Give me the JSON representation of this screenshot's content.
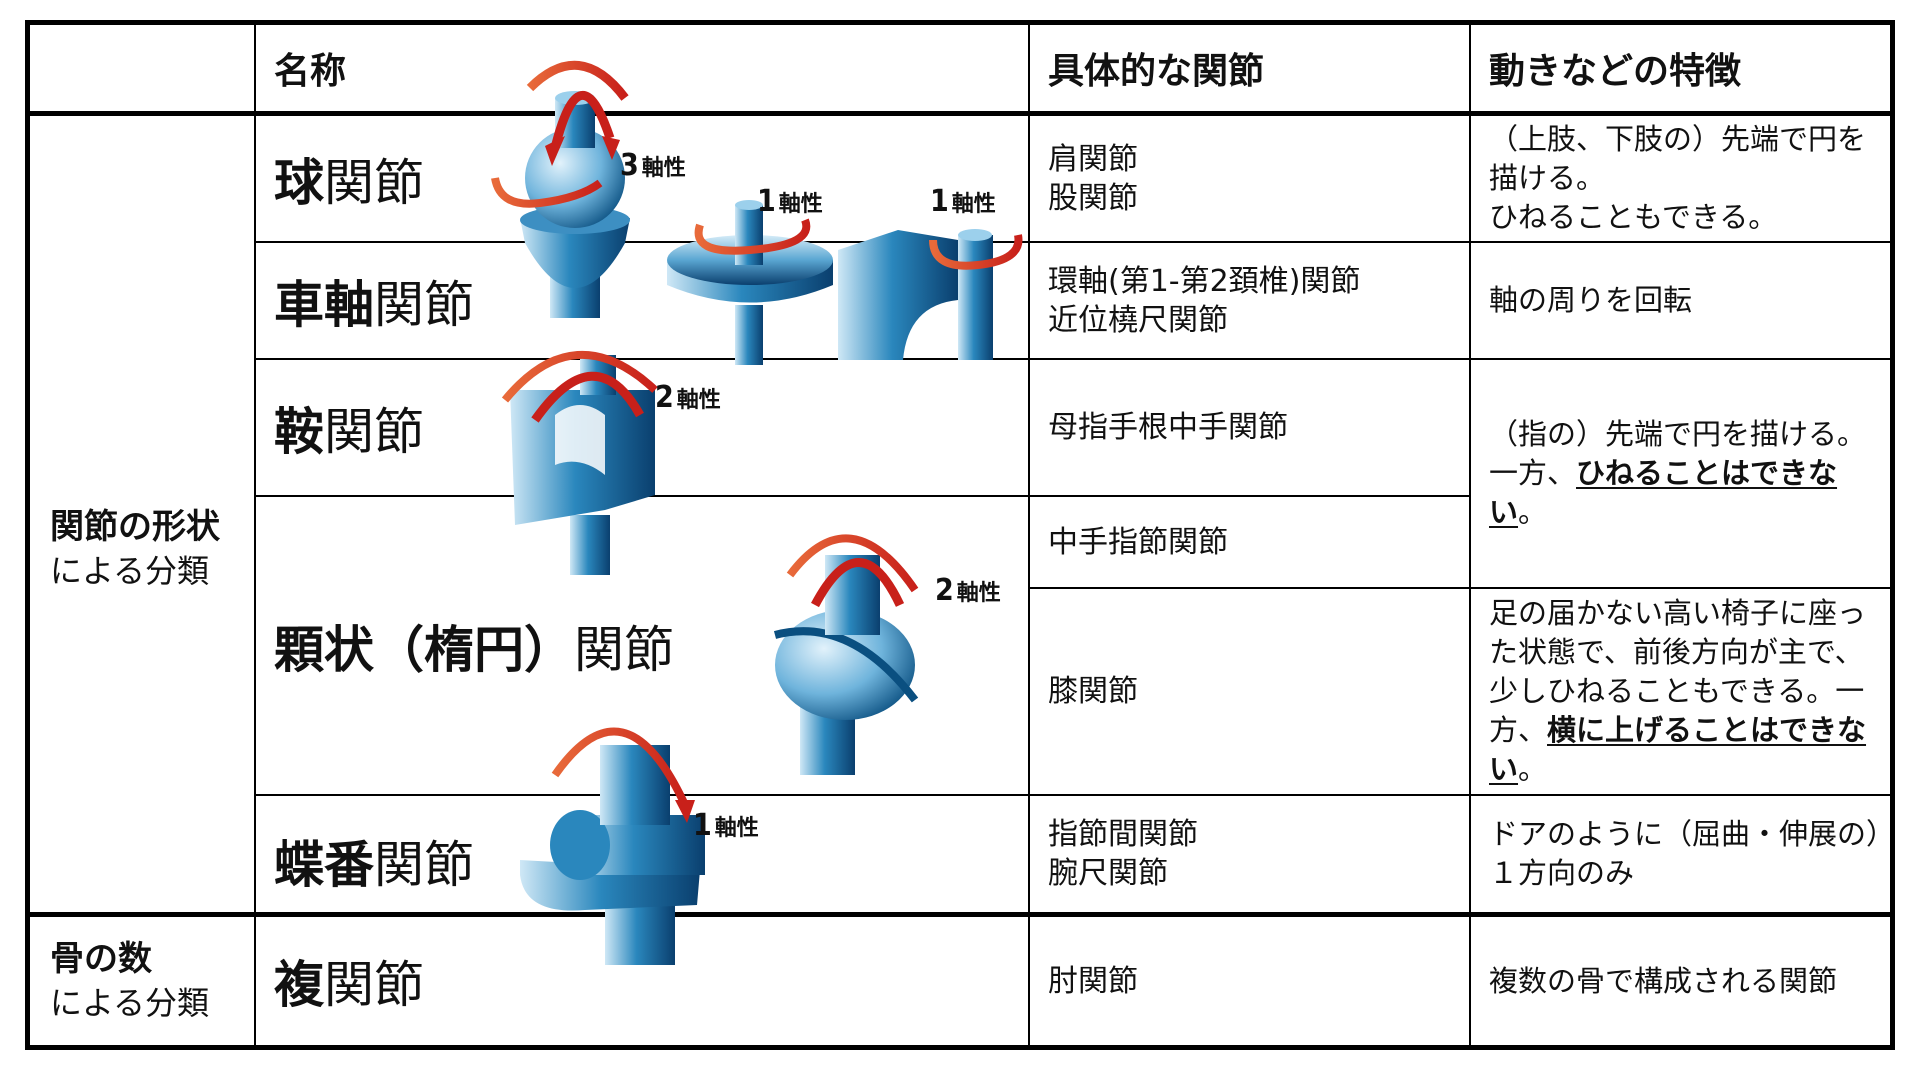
{
  "table": {
    "headers": [
      "",
      "名称",
      "具体的な関節",
      "動きなどの特徴"
    ],
    "categories": [
      {
        "bold": "関節の形状",
        "normal": "による分類"
      },
      {
        "bold": "骨の数",
        "normal": "による分類"
      }
    ],
    "joints": [
      {
        "name_bold": "球",
        "name_normal": "関節",
        "axis_num": "3",
        "axis_label": "軸性",
        "examples": [
          "肩関節",
          "股関節"
        ],
        "features": [
          "（上肢、下肢の）先端で円を描ける。",
          "ひねることもできる。"
        ]
      },
      {
        "name_bold": "車軸",
        "name_normal": "関節",
        "axis_num": "1",
        "axis_label": "軸性",
        "axis_num_2": "1",
        "axis_label_2": "軸性",
        "examples": [
          "環軸(第1-第2頚椎)関節",
          "近位橈尺関節"
        ],
        "features": [
          "軸の周りを回転"
        ]
      },
      {
        "name_bold": "鞍",
        "name_normal": "関節",
        "axis_num": "2",
        "axis_label": "軸性",
        "examples": [
          "母指手根中手関節"
        ]
      },
      {
        "name_bold": "顆状（楕円）",
        "name_normal": "関節",
        "axis_num": "2",
        "axis_label": "軸性",
        "examples_a": [
          "中手指節関節"
        ],
        "examples_b": [
          "膝関節"
        ]
      },
      {
        "name_bold": "蝶番",
        "name_normal": "関節",
        "axis_num": "1",
        "axis_label": "軸性",
        "examples": [
          "指節間関節",
          "腕尺関節"
        ],
        "features": [
          "ドアのように（屈曲・伸展の）１方向のみ"
        ]
      },
      {
        "name_bold": "複",
        "name_normal": "関節",
        "examples": [
          "肘関節"
        ],
        "features": [
          "複数の骨で構成される関節"
        ]
      }
    ],
    "shared_feature_saddle_condylar": {
      "plain": "（指の）先端で円を描ける。一方、",
      "emphasis": "ひねることはできない",
      "end": "。"
    },
    "knee_feature": {
      "plain": "足の届かない高い椅子に座った状態で、前後方向が主で、少しひねることもできる。一方、",
      "emphasis": "横に上げることはできない",
      "end": "。"
    }
  },
  "colors": {
    "joint_blue_dark": "#0a4f80",
    "joint_blue_mid": "#2a87bd",
    "joint_blue_light": "#cfe8f6",
    "arrow_red": "#c8201a",
    "arrow_orange": "#e86a3a",
    "border": "#000000"
  }
}
